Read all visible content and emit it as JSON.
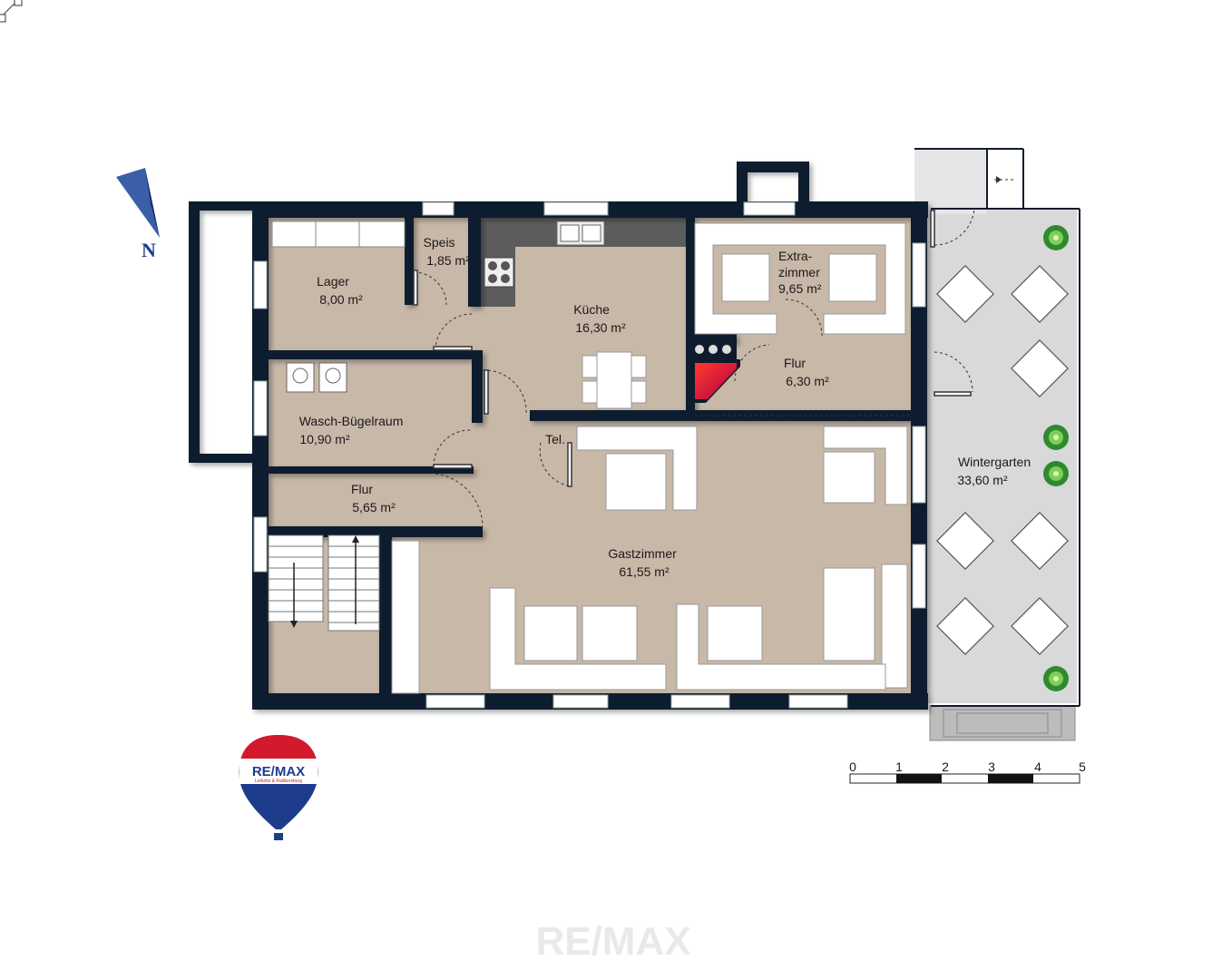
{
  "compass": {
    "label": "N"
  },
  "rooms": [
    {
      "id": "speis",
      "lines": [
        "Speis",
        "1,85 m²"
      ]
    },
    {
      "id": "lager",
      "lines": [
        "Lager",
        "8,00 m²"
      ]
    },
    {
      "id": "kueche",
      "lines": [
        "Küche",
        "16,30 m²"
      ]
    },
    {
      "id": "extrazimmer",
      "lines": [
        "Extra-",
        "zimmer",
        "9,65 m²"
      ]
    },
    {
      "id": "flur-east",
      "lines": [
        "Flur",
        "6,30 m²"
      ]
    },
    {
      "id": "wasch",
      "lines": [
        "Wasch-Bügelraum",
        "10,90 m²"
      ]
    },
    {
      "id": "flur-west",
      "lines": [
        "Flur",
        "5,65 m²"
      ]
    },
    {
      "id": "gastzimmer",
      "lines": [
        "Gastzimmer",
        "61,55 m²"
      ]
    },
    {
      "id": "wintergarten",
      "lines": [
        "Wintergarten",
        "33,60 m²"
      ]
    }
  ],
  "tel_label": "Tel.",
  "scale_bar": {
    "ticks": [
      "0",
      "1",
      "2",
      "3",
      "4",
      "5"
    ]
  },
  "logo": {
    "brand": "RE/MAX",
    "office": "Leibnitz & Radkersburg"
  },
  "watermark": "RE/MAX",
  "colors": {
    "wall": "#0f1b2d",
    "floor": "#c8b8a8",
    "terrace": "#d9d9d9",
    "fireplace": "#d0104c",
    "logo_red": "#d5192c",
    "logo_blue": "#1e3c8c"
  }
}
